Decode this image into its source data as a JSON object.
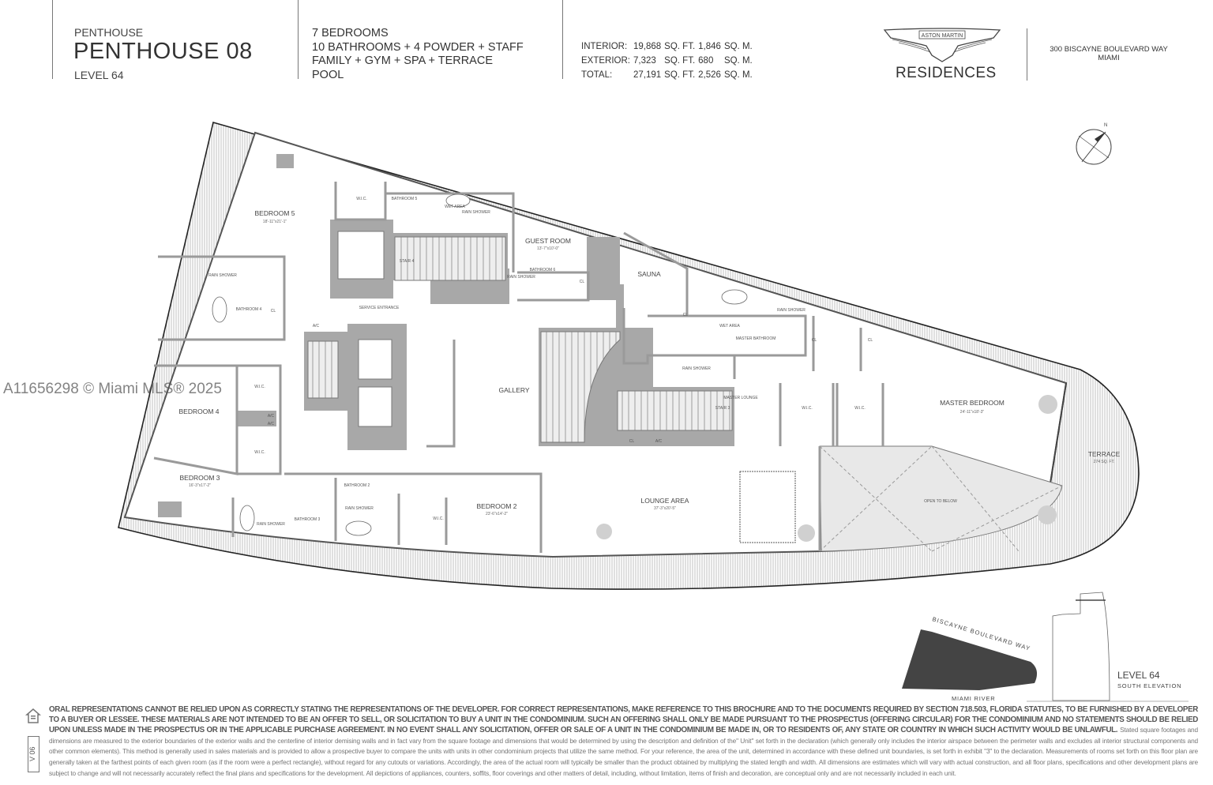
{
  "header": {
    "category": "PENTHOUSE",
    "unit_name": "PENTHOUSE 08",
    "level": "LEVEL 64",
    "features": [
      "7 BEDROOMS",
      "10 BATHROOMS + 4 POWDER + STAFF",
      "FAMILY + GYM + SPA + TERRACE",
      "POOL"
    ],
    "areas": [
      {
        "label": "INTERIOR:",
        "sqft": "19,868",
        "sqft_unit": "SQ. FT.",
        "sqm": "1,846",
        "sqm_unit": "SQ. M."
      },
      {
        "label": "EXTERIOR:",
        "sqft": "7,323",
        "sqft_unit": "SQ. FT.",
        "sqm": "680",
        "sqm_unit": "SQ. M."
      },
      {
        "label": "TOTAL:",
        "sqft": "27,191",
        "sqft_unit": "SQ. FT.",
        "sqm": "2,526",
        "sqm_unit": "SQ. M."
      }
    ],
    "logo_text": "ASTON MARTIN",
    "brand": "RESIDENCES",
    "address_line1": "300 BISCAYNE BOULEVARD WAY",
    "address_line2": "MIAMI"
  },
  "compass": {
    "north_label": "N"
  },
  "rooms": {
    "bedroom5": {
      "name": "BEDROOM 5",
      "dims": "18'-11\"x21'-1\""
    },
    "wic_b5": {
      "name": "W.I.C."
    },
    "bathroom5": {
      "name": "BATHROOM 5"
    },
    "wet_area_top": {
      "name": "WET AREA"
    },
    "rain_shower_top": {
      "name": "RAIN SHOWER"
    },
    "guest_room": {
      "name": "GUEST ROOM",
      "dims": "13'-7\"x10'-0\""
    },
    "stair4": {
      "name": "STAIR 4"
    },
    "bathroom6": {
      "name": "BATHROOM 6"
    },
    "rain_shower_b6": {
      "name": "RAIN SHOWER"
    },
    "cl_guest": {
      "name": "CL"
    },
    "sauna": {
      "name": "SAUNA"
    },
    "rain_shower_b4": {
      "name": "RAIN SHOWER"
    },
    "bathroom4": {
      "name": "BATHROOM 4"
    },
    "cl_b4": {
      "name": "CL"
    },
    "service_entrance": {
      "name": "SERVICE ENTRANCE"
    },
    "ac_service": {
      "name": "A/C"
    },
    "master_bathroom": {
      "name": "MASTER BATHROOM"
    },
    "wet_area_master": {
      "name": "WET AREA"
    },
    "rain_shower_master": {
      "name": "RAIN SHOWER"
    },
    "cl_master1": {
      "name": "CL"
    },
    "cl_master2": {
      "name": "CL"
    },
    "cl_master3": {
      "name": "CL"
    },
    "gallery": {
      "name": "GALLERY"
    },
    "bedroom4": {
      "name": "BEDROOM 4"
    },
    "wic_b4": {
      "name": "W.I.C."
    },
    "ac1": {
      "name": "A/C"
    },
    "ac2": {
      "name": "A/C"
    },
    "wic_b3": {
      "name": "W.I.C."
    },
    "rain_shower_mid": {
      "name": "RAIN SHOWER"
    },
    "master_lounge": {
      "name": "MASTER LOUNGE"
    },
    "stair3": {
      "name": "STAIR 3"
    },
    "cl_stair3": {
      "name": "CL"
    },
    "ac_stair3": {
      "name": "A/C"
    },
    "wic_m1": {
      "name": "W.I.C."
    },
    "wic_m2": {
      "name": "W.I.C."
    },
    "master_bedroom": {
      "name": "MASTER BEDROOM",
      "dims": "24'-11\"x18'-3\""
    },
    "terrace": {
      "name": "TERRACE",
      "dims": "274 SQ. FT."
    },
    "bedroom3": {
      "name": "BEDROOM 3",
      "dims": "16'-3\"x17'-2\""
    },
    "bathroom3": {
      "name": "BATHROOM 3"
    },
    "rain_shower_b3": {
      "name": "RAIN SHOWER"
    },
    "bathroom2": {
      "name": "BATHROOM 2"
    },
    "rain_shower_b2": {
      "name": "RAIN SHOWER"
    },
    "wic_b2": {
      "name": "W.I.C."
    },
    "bedroom2": {
      "name": "BEDROOM 2",
      "dims": "23'-6\"x14'-2\""
    },
    "lounge_area": {
      "name": "LOUNGE AREA",
      "dims": "37'-3\"x20'-5\""
    },
    "open_to_below": {
      "name": "OPEN TO BELOW"
    }
  },
  "key_plan": {
    "street": "BISCAYNE BOULEVARD WAY",
    "river": "MIAMI RIVER",
    "level": "LEVEL 64",
    "elevation": "SOUTH ELEVATION"
  },
  "watermark": "A11656298 © Miami MLS® 2025",
  "disclaimer": {
    "bold": "ORAL REPRESENTATIONS CANNOT BE RELIED UPON AS CORRECTLY STATING THE REPRESENTATIONS OF THE DEVELOPER.  FOR CORRECT REPRESENTATIONS, MAKE REFERENCE TO THIS BROCHURE AND TO THE DOCUMENTS REQUIRED BY SECTION 718.503, FLORIDA STATUTES, TO BE FURNISHED BY A DEVELOPER TO A BUYER OR LESSEE. THESE MATERIALS ARE NOT INTENDED TO BE AN OFFER TO SELL, OR SOLICITATION TO BUY A UNIT IN THE CONDOMINIUM. SUCH AN OFFERING SHALL ONLY BE MADE PURSUANT TO THE PROSPECTUS (OFFERING CIRCULAR) FOR THE CONDOMINIUM AND NO STATEMENTS SHOULD BE RELIED UPON UNLESS MADE IN THE PROSPECTUS OR IN THE APPLICABLE PURCHASE AGREEMENT. IN NO EVENT SHALL ANY SOLICITATION, OFFER OR SALE OF A UNIT IN THE CONDOMINIUM BE MADE IN, OR TO RESIDENTS OF, ANY STATE OR COUNTRY IN WHICH SUCH ACTIVITY WOULD BE UNLAWFUL.",
    "fine": "Stated square footages and dimensions are measured to the exterior boundaries of the exterior walls and the centerline of interior demising walls and in fact vary from the square footage and dimensions that would be determined by using the description and definition of the\" Unit\" set forth in the declaration (which generally only includes the interior airspace between the perimeter walls and excludes all interior structural components and other common elements). This method is generally used in sales materials and is provided to allow a prospective buyer to compare the units with units in other condominium projects that utilize the same method. For your reference, the area of the unit, determined in accordance with these defined unit boundaries, is set forth in exhibit \"3\" to the declaration. Measurements of rooms set forth on this floor plan are generally taken at the farthest points of each given room (as if the room were a perfect rectangle), without regard for any cutouts or variations. Accordingly, the area of the actual room will typically be smaller than the product obtained by multiplying the stated length and width. All dimensions are estimates which will vary with actual construction, and all floor plans, specifications and other development plans are subject to change and will not necessarily accurately reflect the final plans and specifications for the development. All depictions of appliances, counters, soffits, floor coverings and other matters of detail, including, without limitation, items of finish and decoration, are conceptual only and are not necessarily included in each unit.",
    "version": "V 06",
    "equal_housing_icon": "equal-housing-opportunity-icon"
  },
  "colors": {
    "wall": "#a8a8a8",
    "ink": "#333333",
    "void": "#e8e8e8",
    "keyplan": "#444444"
  }
}
